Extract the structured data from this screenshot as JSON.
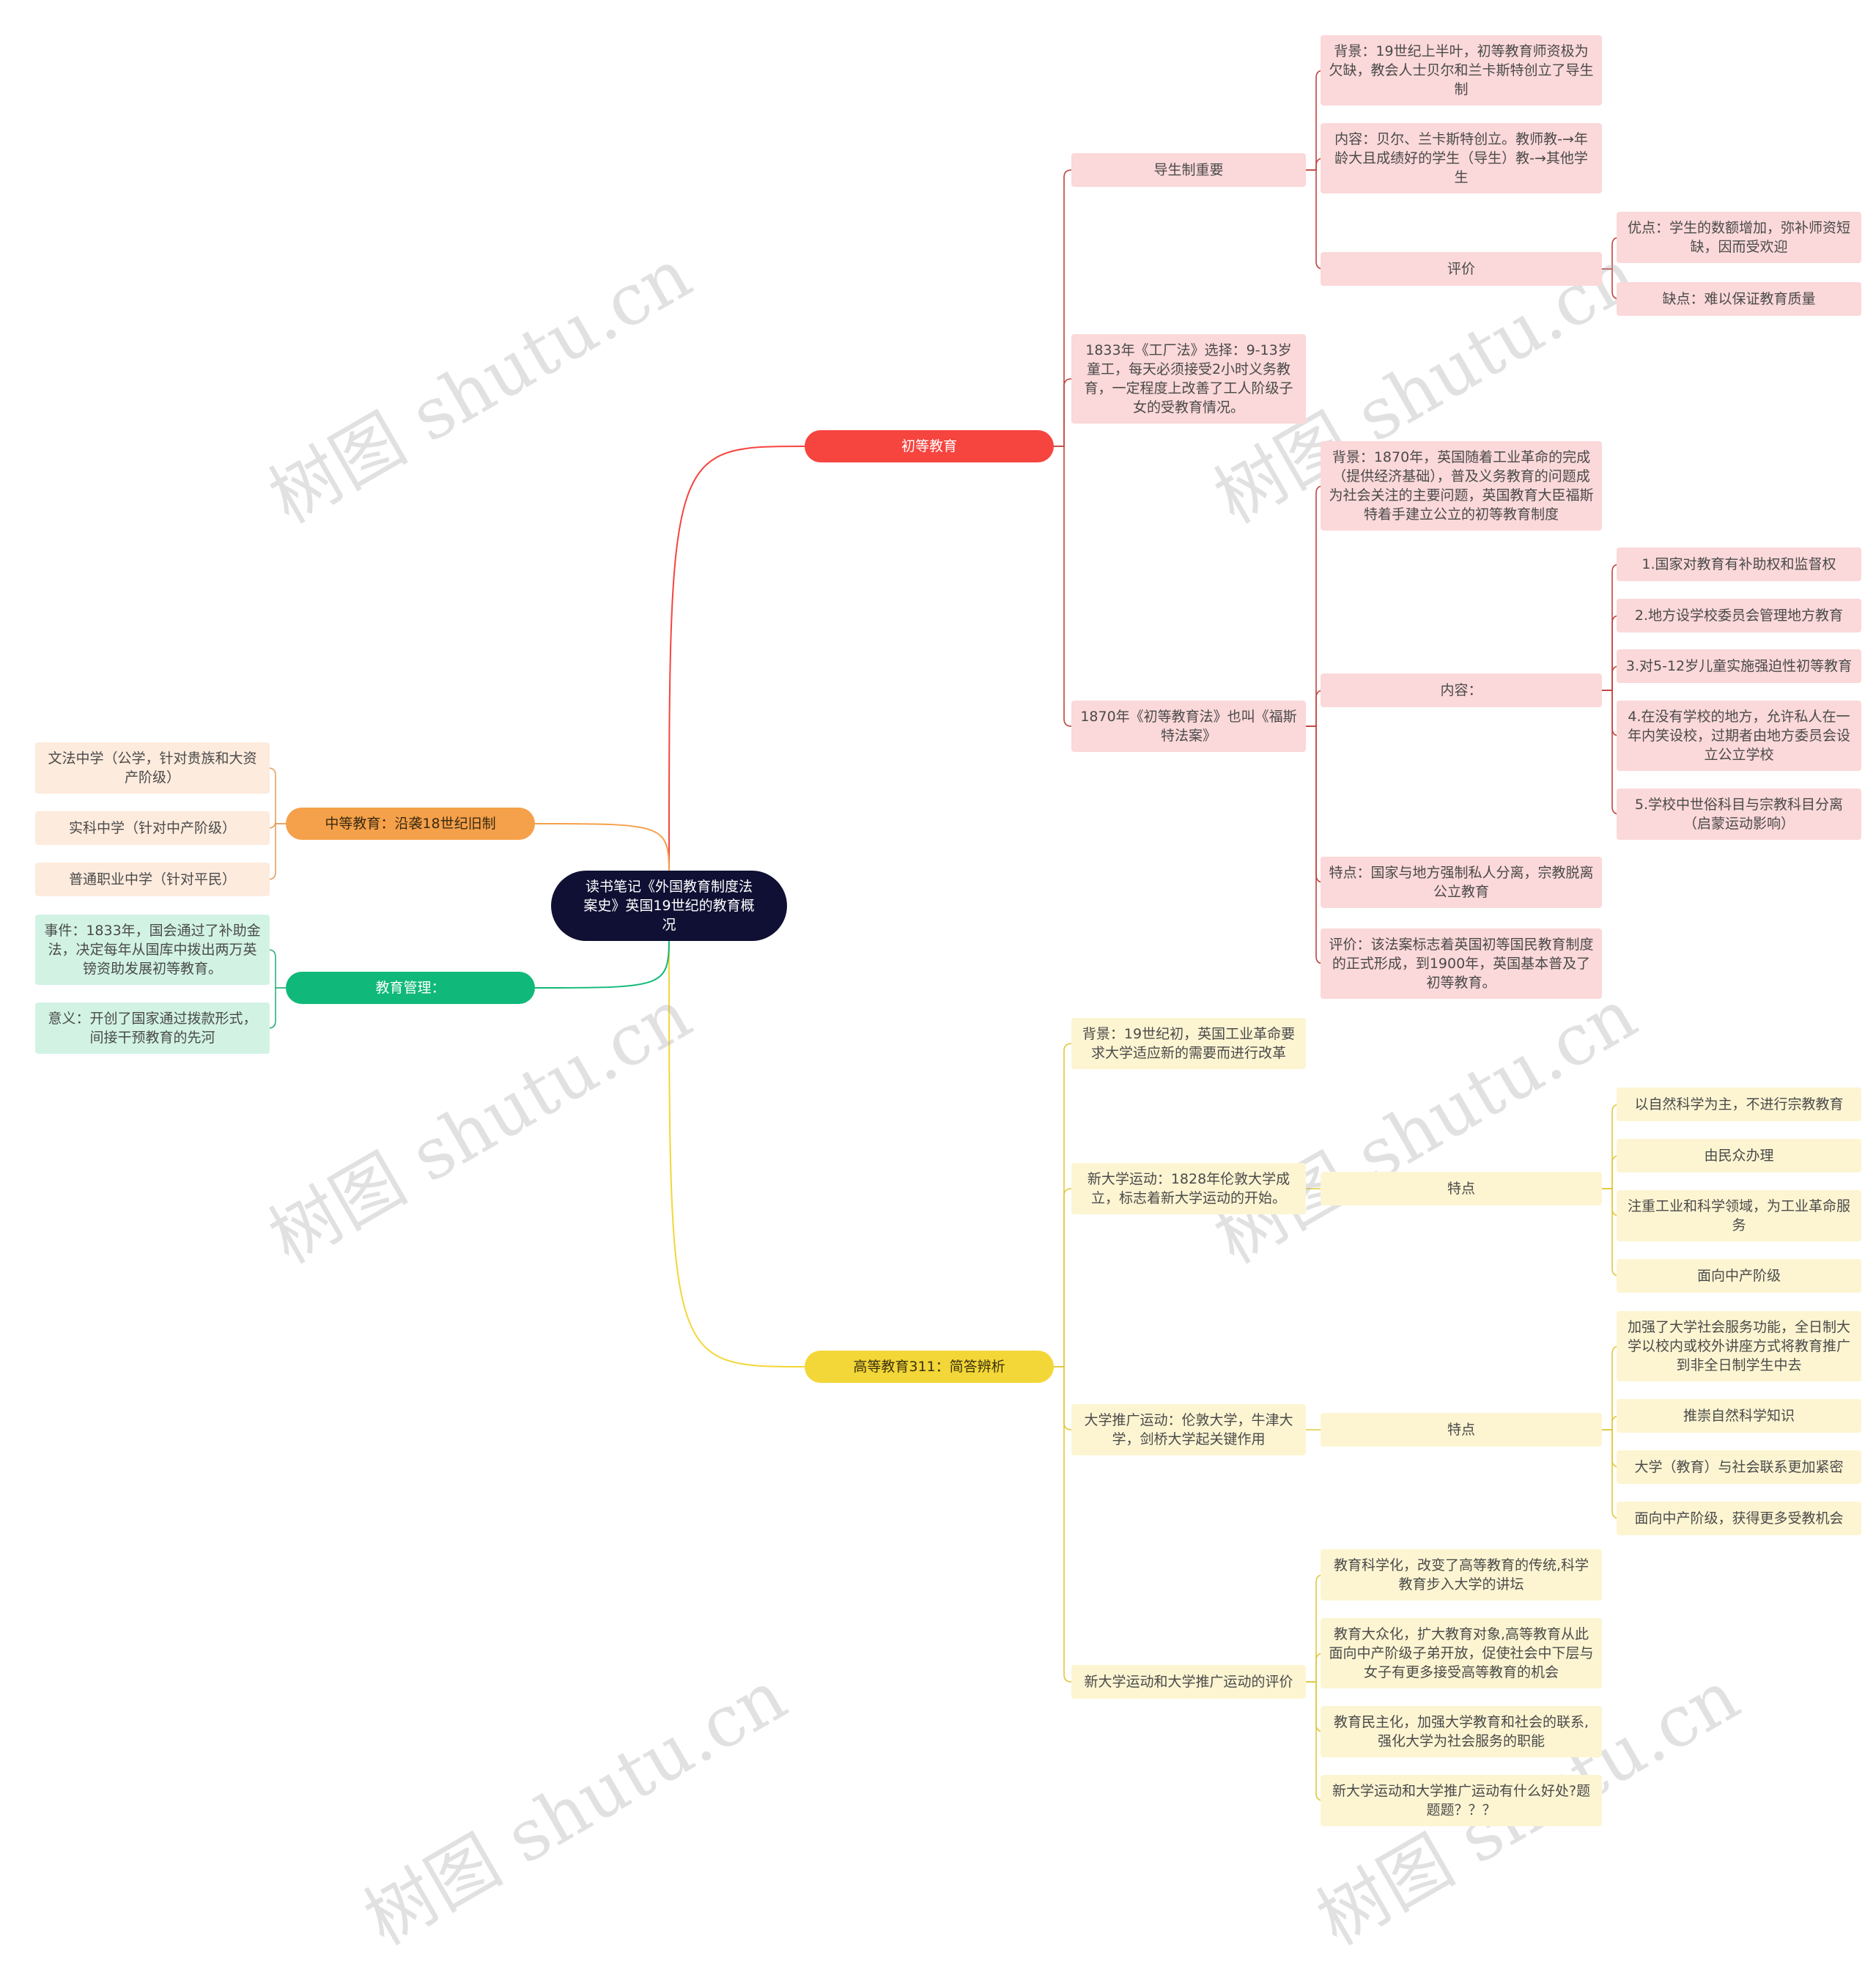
{
  "root": "读书笔记《外国教育制度法案史》英国19世纪的教育概况",
  "watermark": "树图 shutu.cn",
  "colors": {
    "red": "#f6443f",
    "orange": "#f5a04a",
    "green": "#10b979",
    "yellow": "#f3d637"
  },
  "primary": {
    "label": "初等教育",
    "monitor": {
      "label": "导生制重要",
      "background": "背景：19世纪上半叶，初等教育师资极为欠缺，教会人士贝尔和兰卡斯特创立了导生制",
      "content": "内容：贝尔、兰卡斯特创立。教师教-→年龄大且成绩好的学生（导生）教-→其他学生",
      "evaluation": {
        "label": "评价",
        "pros": "优点：学生的数额增加，弥补师资短缺，因而受欢迎",
        "cons": "缺点：难以保证教育质量"
      }
    },
    "factory_act": "1833年《工厂法》选择：9-13岁童工，每天必须接受2小时义务教育，一定程度上改善了工人阶级子女的受教育情况。",
    "act1870": {
      "label": "1870年《初等教育法》也叫《福斯特法案》",
      "background": "背景：1870年，英国随着工业革命的完成（提供经济基础），普及义务教育的问题成为社会关注的主要问题，英国教育大臣福斯特着手建立公立的初等教育制度",
      "content_label": "内容：",
      "items": [
        "1.国家对教育有补助权和监督权",
        "2.地方设学校委员会管理地方教育",
        "3.对5-12岁儿童实施强迫性初等教育",
        "4.在没有学校的地方，允许私人在一年内笑设校，过期者由地方委员会设立公立学校",
        "5.学校中世俗科目与宗教科目分离（启蒙运动影响）"
      ],
      "feature": "特点：国家与地方强制私人分离，宗教脱离公立教育",
      "evaluation": "评价：该法案标志着英国初等国民教育制度的正式形成，到1900年，英国基本普及了初等教育。"
    }
  },
  "secondary": {
    "label": "中等教育：沿袭18世纪旧制",
    "items": [
      "文法中学（公学，针对贵族和大资产阶级）",
      "实科中学（针对中产阶级）",
      "普通职业中学（针对平民）"
    ]
  },
  "management": {
    "label": "教育管理：",
    "items": [
      "事件：1833年，国会通过了补助金法，决定每年从国库中拨出两万英镑资助发展初等教育。",
      "意义：开创了国家通过拨款形式，间接干预教育的先河"
    ]
  },
  "higher": {
    "label": "高等教育311：简答辨析",
    "background": "背景：19世纪初，英国工业革命要求大学适应新的需要而进行改革",
    "new_univ": {
      "label": "新大学运动：1828年伦敦大学成立，标志着新大学运动的开始。",
      "feature_label": "特点",
      "features": [
        "以自然科学为主，不进行宗教教育",
        "由民众办理",
        "注重工业和科学领域，为工业革命服务",
        "面向中产阶级"
      ]
    },
    "extension": {
      "label": "大学推广运动：伦敦大学，牛津大学，剑桥大学起关键作用",
      "feature_label": "特点",
      "features": [
        "加强了大学社会服务功能，全日制大学以校内或校外讲座方式将教育推广到非全日制学生中去",
        "推崇自然科学知识",
        "大学（教育）与社会联系更加紧密",
        "面向中产阶级，获得更多受教机会"
      ]
    },
    "evaluation": {
      "label": "新大学运动和大学推广运动的评价",
      "items": [
        "教育科学化，改变了高等教育的传统,科学教育步入大学的讲坛",
        "教育大众化，扩大教育对象,高等教育从此面向中产阶级子弟开放，促使社会中下层与女子有更多接受高等教育的机会",
        "教育民主化，加强大学教育和社会的联系,强化大学为社会服务的职能",
        "新大学运动和大学推广运动有什么好处?题题题？？？"
      ]
    }
  }
}
